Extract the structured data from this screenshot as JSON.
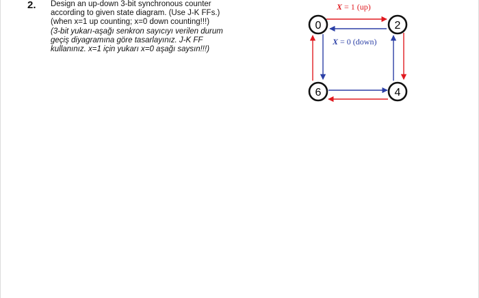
{
  "question": {
    "number": "2.",
    "lines_en": [
      "Design an up-down 3-bit synchronous counter",
      "according to given state diagram. (Use J-K FFs.)",
      "(when x=1 up counting; x=0 down counting!!!)"
    ],
    "lines_tr": [
      "(3-bit yukarı-aşağı senkron sayıcıyı verilen durum",
      "geçiş diyagramına göre tasarlayınız. J-K FF",
      "kullanınız. x=1 için yukarı x=0 aşağı saysın!!!)"
    ]
  },
  "diagram": {
    "states": [
      "0",
      "2",
      "4",
      "6"
    ],
    "up_label_var": "X",
    "up_label_rest": " = 1 (up)",
    "down_label_var": "X",
    "down_label_rest": " = 0 (down)",
    "colors": {
      "up": "#e0191f",
      "down": "#2b3fa6",
      "node": "#111111"
    }
  }
}
